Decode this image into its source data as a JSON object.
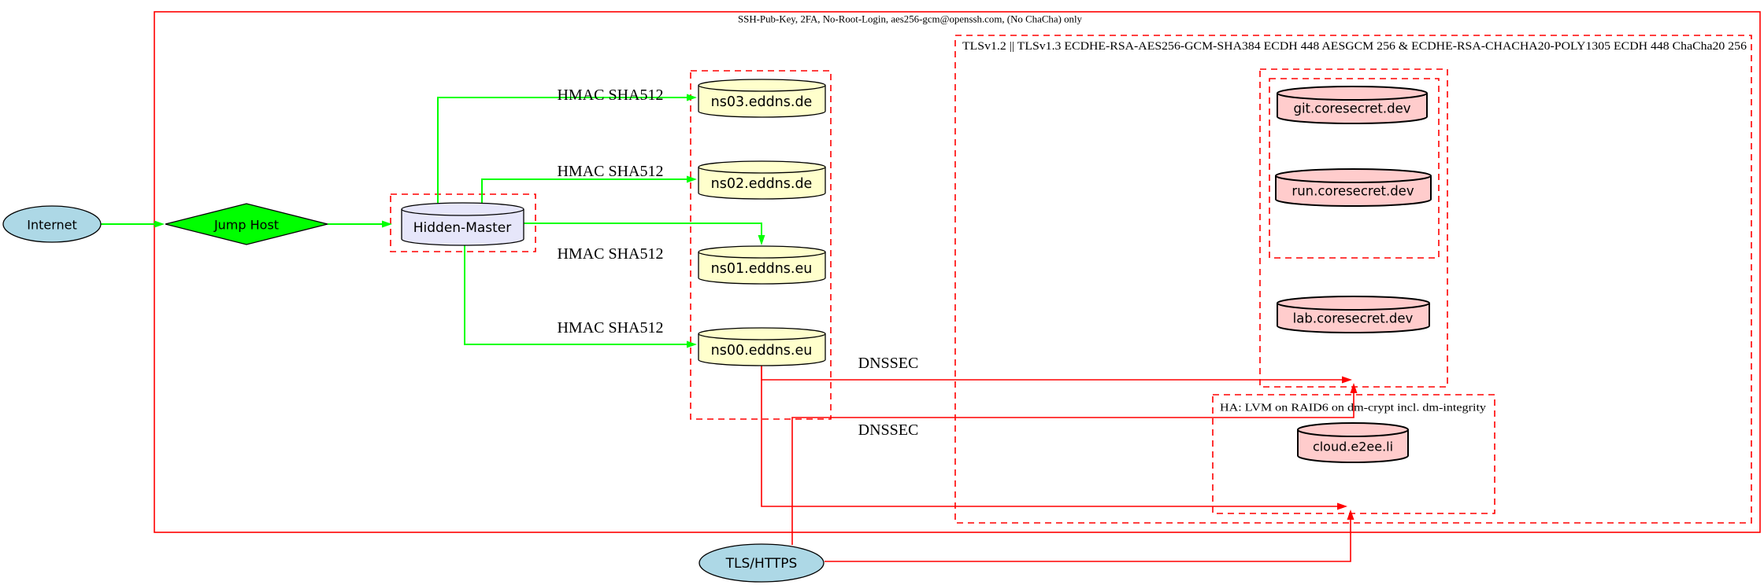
{
  "clusters": {
    "outer": {
      "label": "SSH-Pub-Key, 2FA, No-Root-Login, aes256-gcm@openssh.com, (No ChaCha) only"
    },
    "tls": {
      "label": "TLSv1.2 || TLSv1.3 ECDHE-RSA-AES256-GCM-SHA384 ECDH 448 AESGCM 256 & ECDHE-RSA-CHACHA20-POLY1305 ECDH 448 ChaCha20 256"
    },
    "ha": {
      "label": "HA: LVM on RAID6 on dm-crypt incl. dm-integrity"
    }
  },
  "nodes": {
    "internet": {
      "label": "Internet",
      "shape": "ellipse",
      "fill": "#add8e6"
    },
    "jump_host": {
      "label": "Jump Host",
      "shape": "diamond",
      "fill": "#00ff00"
    },
    "hidden_master": {
      "label": "Hidden-Master",
      "shape": "cylinder",
      "fill": "#e6e6fa"
    },
    "ns03": {
      "label": "ns03.eddns.de",
      "shape": "cylinder",
      "fill": "#ffffcc"
    },
    "ns02": {
      "label": "ns02.eddns.de",
      "shape": "cylinder",
      "fill": "#ffffcc"
    },
    "ns01": {
      "label": "ns01.eddns.eu",
      "shape": "cylinder",
      "fill": "#ffffcc"
    },
    "ns00": {
      "label": "ns00.eddns.eu",
      "shape": "cylinder",
      "fill": "#ffffcc"
    },
    "git": {
      "label": "git.coresecret.dev",
      "shape": "cylinder",
      "fill": "#ffcccc"
    },
    "run": {
      "label": "run.coresecret.dev",
      "shape": "cylinder",
      "fill": "#ffcccc"
    },
    "lab": {
      "label": "lab.coresecret.dev",
      "shape": "cylinder",
      "fill": "#ffcccc"
    },
    "cloud": {
      "label": "cloud.e2ee.li",
      "shape": "cylinder",
      "fill": "#ffcccc"
    },
    "tls_https": {
      "label": "TLS/HTTPS",
      "shape": "ellipse",
      "fill": "#add8e6"
    }
  },
  "edge_labels": {
    "hmac_ns03": "HMAC SHA512",
    "hmac_ns02": "HMAC SHA512",
    "hmac_ns01": "HMAC SHA512",
    "hmac_ns00": "HMAC SHA512",
    "dnssec_1": "DNSSEC",
    "dnssec_2": "DNSSEC"
  },
  "colors": {
    "edge_green": "#00ff00",
    "edge_red": "#ff0000",
    "cluster_border": "#ff0000",
    "node_yellow": "#ffffcc",
    "node_pink": "#ffcccc",
    "node_lavender": "#e6e6fa",
    "node_blue": "#add8e6",
    "text": "#000000",
    "background": "#ffffff"
  }
}
